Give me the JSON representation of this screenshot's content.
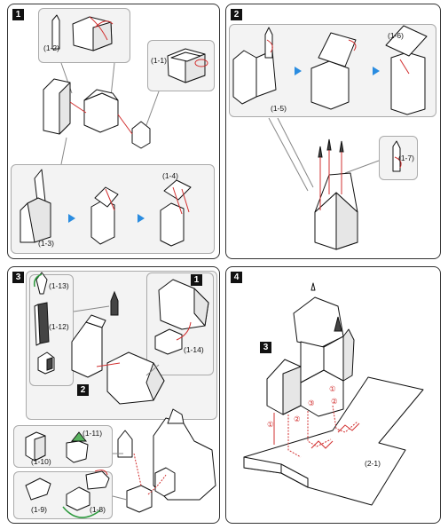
{
  "panels": [
    {
      "id": "1",
      "labels": [
        "(1-2)",
        "(1-1)",
        "(1-3)",
        "(1-4)"
      ]
    },
    {
      "id": "2",
      "labels": [
        "(1-6)",
        "(1-5)",
        "(1-7)"
      ]
    },
    {
      "id": "3",
      "labels": [
        "(1-13)",
        "(1-12)",
        "(1-14)",
        "(1-11)",
        "(1-10)",
        "(1-9)",
        "(1-8)"
      ],
      "badges": [
        "1",
        "2"
      ]
    },
    {
      "id": "4",
      "labels": [
        "(2-1)"
      ],
      "badges": [
        "3"
      ],
      "circled_steps": [
        "①",
        "②",
        "③",
        "①",
        "②"
      ]
    }
  ],
  "colors": {
    "accent_red": "#d23030",
    "arrow_blue": "#2a8ce0",
    "badge": "#111111",
    "subpanel": "#f3f3f3"
  }
}
